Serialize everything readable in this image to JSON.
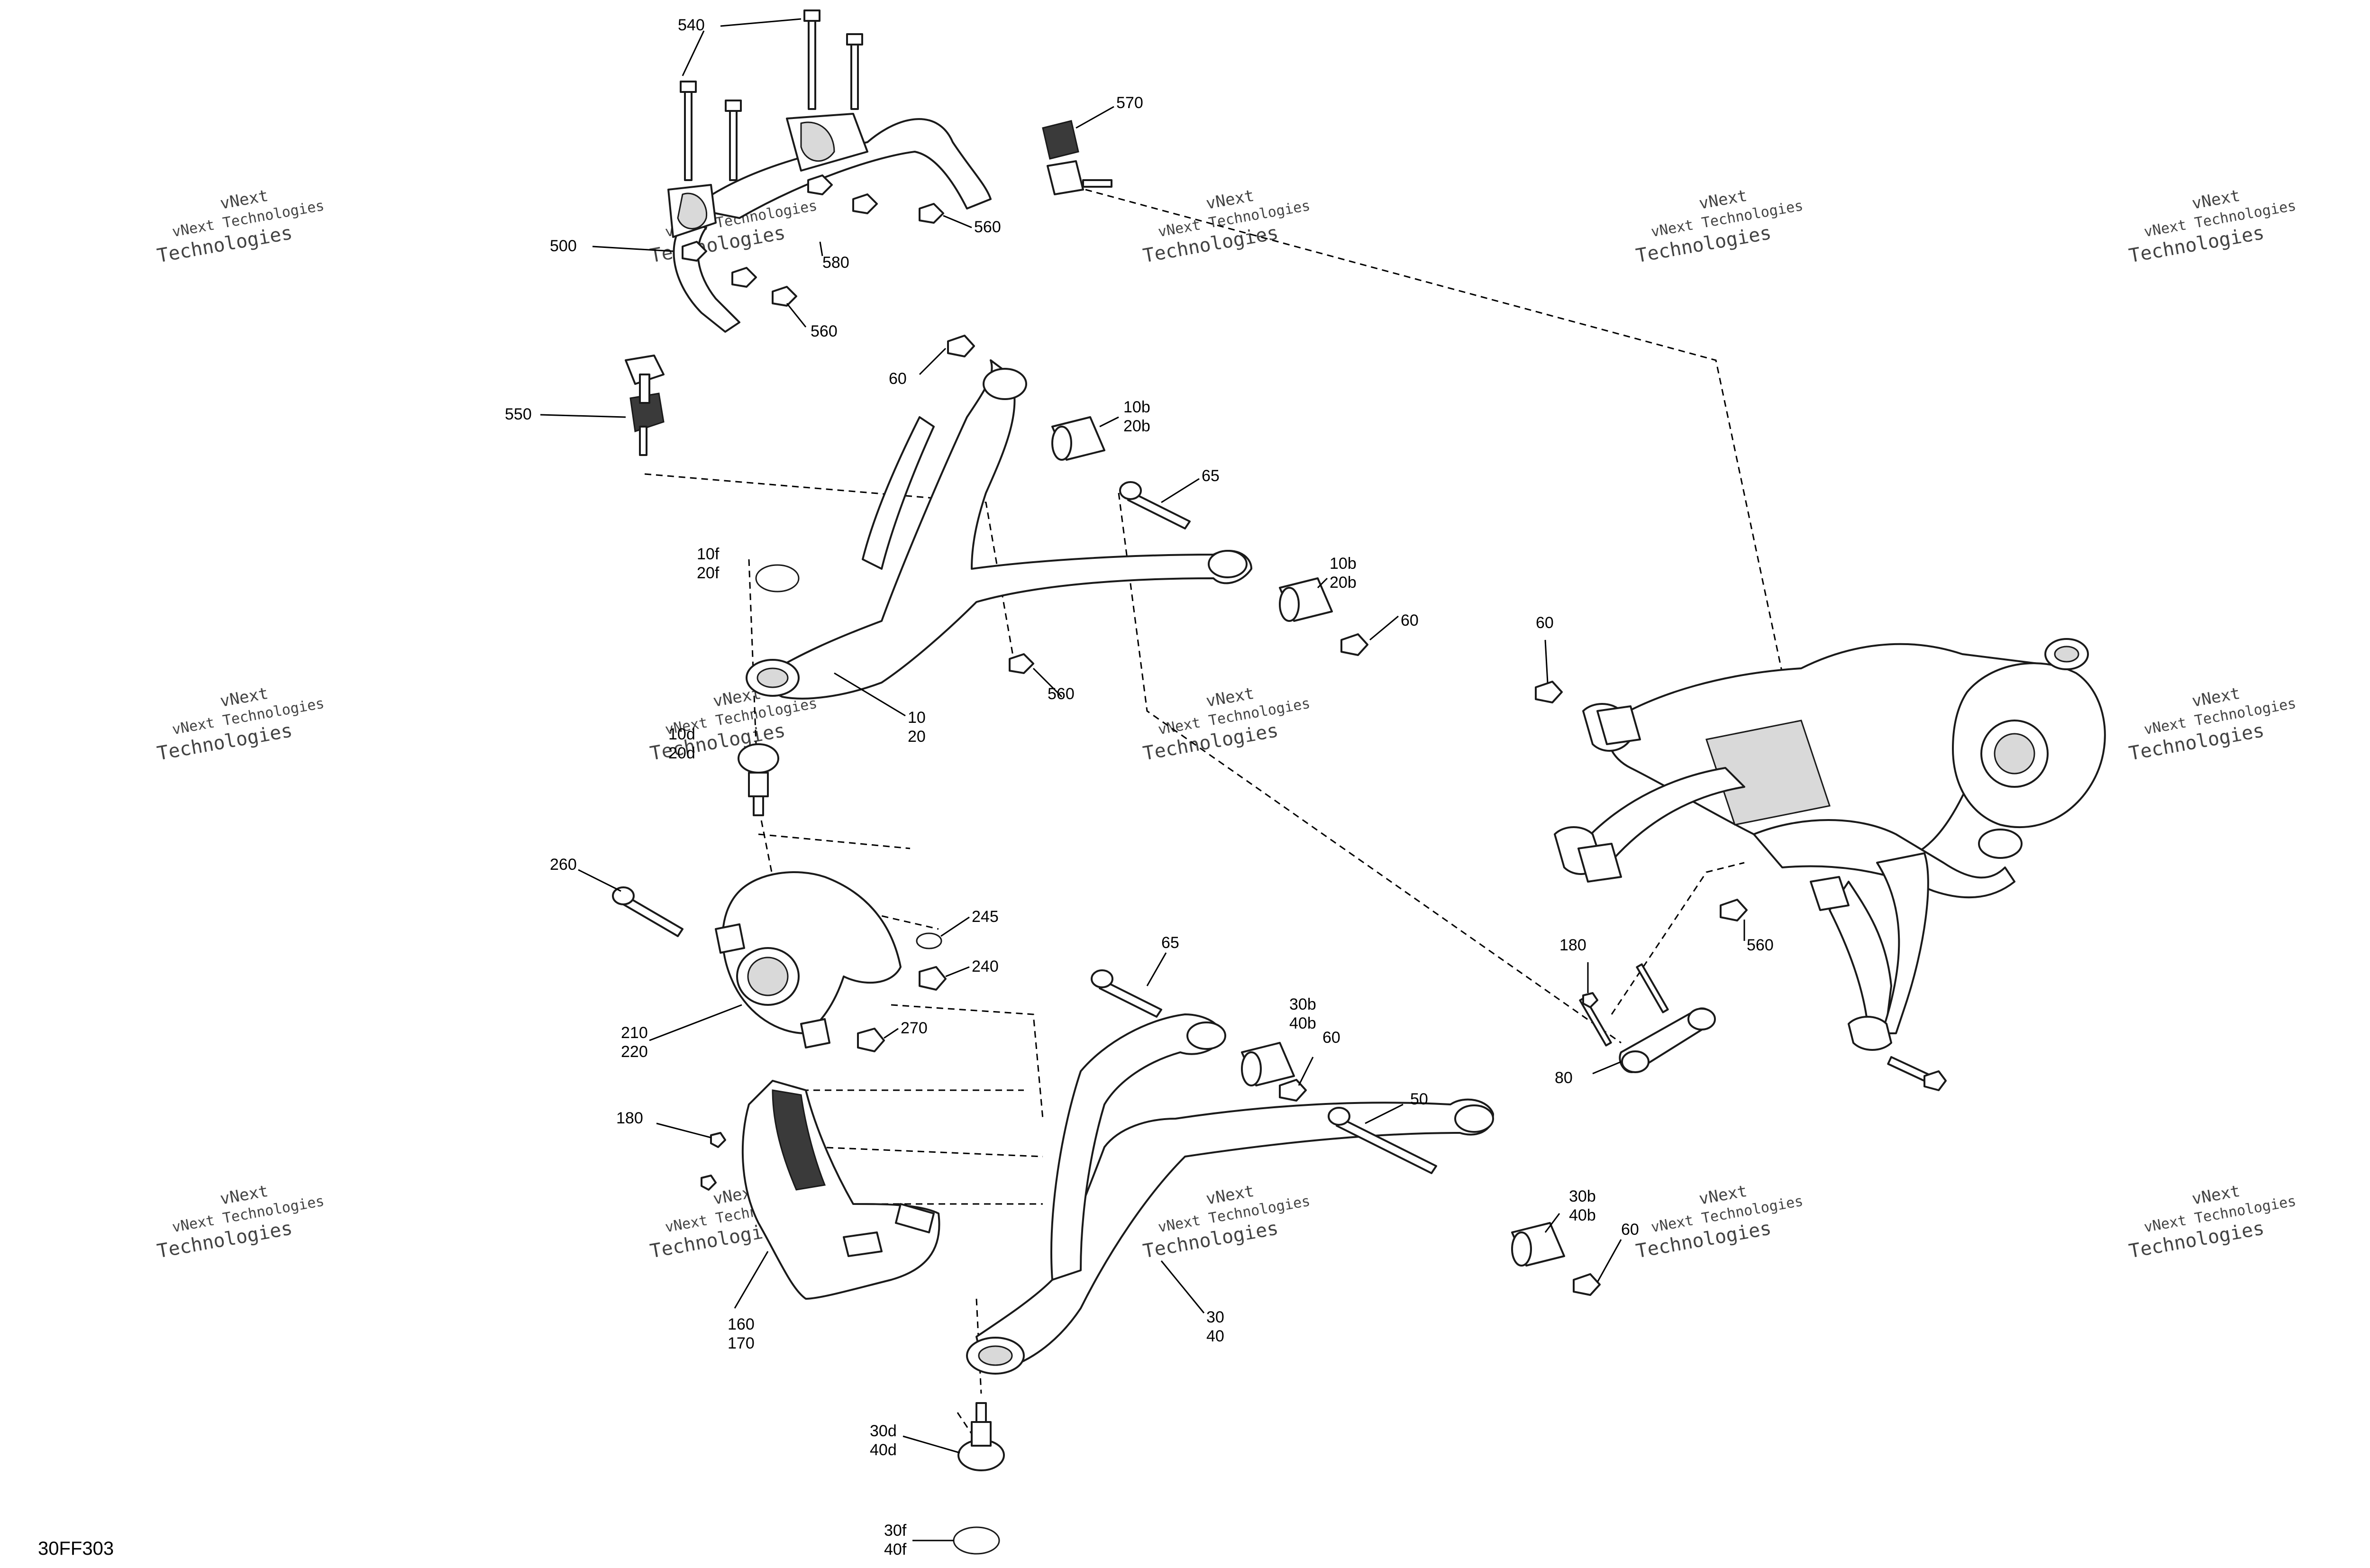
{
  "diagram": {
    "figure_id": "30FF303",
    "watermark": {
      "line1": "vNext",
      "line2": "vNext Technologies",
      "line3": "Technologies"
    },
    "callouts": [
      {
        "id": "c540",
        "lines": [
          "540"
        ]
      },
      {
        "id": "c570",
        "lines": [
          "570"
        ]
      },
      {
        "id": "c500",
        "lines": [
          "500"
        ]
      },
      {
        "id": "c580",
        "lines": [
          "580"
        ]
      },
      {
        "id": "c560a",
        "lines": [
          "560"
        ]
      },
      {
        "id": "c560b",
        "lines": [
          "560"
        ]
      },
      {
        "id": "c550",
        "lines": [
          "550"
        ]
      },
      {
        "id": "c60a",
        "lines": [
          "60"
        ]
      },
      {
        "id": "c10b20ba",
        "lines": [
          "10b",
          "20b"
        ]
      },
      {
        "id": "c65a",
        "lines": [
          "65"
        ]
      },
      {
        "id": "c10f20f",
        "lines": [
          "10f",
          "20f"
        ]
      },
      {
        "id": "c10b20bb",
        "lines": [
          "10b",
          "20b"
        ]
      },
      {
        "id": "c60b",
        "lines": [
          "60"
        ]
      },
      {
        "id": "c560c",
        "lines": [
          "560"
        ]
      },
      {
        "id": "c1020",
        "lines": [
          "10",
          "20"
        ]
      },
      {
        "id": "c10d20d",
        "lines": [
          "10d",
          "20d"
        ]
      },
      {
        "id": "c60c",
        "lines": [
          "60"
        ]
      },
      {
        "id": "c260",
        "lines": [
          "260"
        ]
      },
      {
        "id": "c245",
        "lines": [
          "245"
        ]
      },
      {
        "id": "c240",
        "lines": [
          "240"
        ]
      },
      {
        "id": "c210220",
        "lines": [
          "210",
          "220"
        ]
      },
      {
        "id": "c270",
        "lines": [
          "270"
        ]
      },
      {
        "id": "c65b",
        "lines": [
          "65"
        ]
      },
      {
        "id": "c30b40ba",
        "lines": [
          "30b",
          "40b"
        ]
      },
      {
        "id": "c60d",
        "lines": [
          "60"
        ]
      },
      {
        "id": "c180a",
        "lines": [
          "180"
        ]
      },
      {
        "id": "c560d",
        "lines": [
          "560"
        ]
      },
      {
        "id": "c80",
        "lines": [
          "80"
        ]
      },
      {
        "id": "c180b",
        "lines": [
          "180"
        ]
      },
      {
        "id": "c50",
        "lines": [
          "50"
        ]
      },
      {
        "id": "c30b40bb",
        "lines": [
          "30b",
          "40b"
        ]
      },
      {
        "id": "c60e",
        "lines": [
          "60"
        ]
      },
      {
        "id": "c160170",
        "lines": [
          "160",
          "170"
        ]
      },
      {
        "id": "c3040",
        "lines": [
          "30",
          "40"
        ]
      },
      {
        "id": "c30d40d",
        "lines": [
          "30d",
          "40d"
        ]
      },
      {
        "id": "c30f40f",
        "lines": [
          "30f",
          "40f"
        ]
      }
    ]
  }
}
